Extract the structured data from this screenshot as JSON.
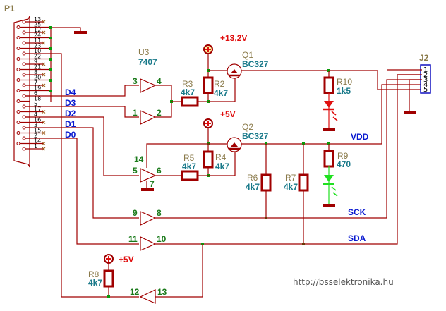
{
  "connector_p1": {
    "ref": "P1",
    "pins": [
      "13",
      "25",
      "12",
      "24",
      "11",
      "23",
      "10",
      "22",
      "9",
      "21",
      "8",
      "20",
      "7",
      "19",
      "6",
      "18",
      "5",
      "17",
      "4",
      "16",
      "3",
      "15",
      "2",
      "14",
      "1"
    ]
  },
  "connector_j2": {
    "ref": "J2",
    "pins": [
      "1",
      "2",
      "3",
      "4",
      "5"
    ]
  },
  "ic": {
    "ref": "U3",
    "value": "7407"
  },
  "buffers": [
    {
      "in": "3",
      "out": "4"
    },
    {
      "in": "1",
      "out": "2"
    },
    {
      "in": "5",
      "out": "6",
      "vcc": "14",
      "gnd": "7"
    },
    {
      "in": "9",
      "out": "8"
    },
    {
      "in": "11",
      "out": "10"
    },
    {
      "in": "13",
      "out": "12"
    }
  ],
  "transistors": [
    {
      "ref": "Q1",
      "value": "BC327"
    },
    {
      "ref": "Q2",
      "value": "BC327"
    }
  ],
  "resistors": [
    {
      "ref": "R2",
      "value": "4k7"
    },
    {
      "ref": "R3",
      "value": "4k7"
    },
    {
      "ref": "R4",
      "value": "4k7"
    },
    {
      "ref": "R5",
      "value": "4k7"
    },
    {
      "ref": "R6",
      "value": "4k7"
    },
    {
      "ref": "R7",
      "value": "4k7"
    },
    {
      "ref": "R8",
      "value": "4k7"
    },
    {
      "ref": "R9",
      "value": "470"
    },
    {
      "ref": "R10",
      "value": "1k5"
    }
  ],
  "power": {
    "vpp": "+13,2V",
    "vcc_q2": "+5V",
    "vcc_r8": "+5V"
  },
  "nets": {
    "d4": "D4",
    "d3": "D3",
    "d2": "D2",
    "d1": "D1",
    "d0": "D0",
    "vdd": "VDD",
    "sck": "SCK",
    "sda": "SDA"
  },
  "led_colors": {
    "led1": "#e01010",
    "led2": "#20e020"
  },
  "watermark": "http://bsselektronika.hu"
}
